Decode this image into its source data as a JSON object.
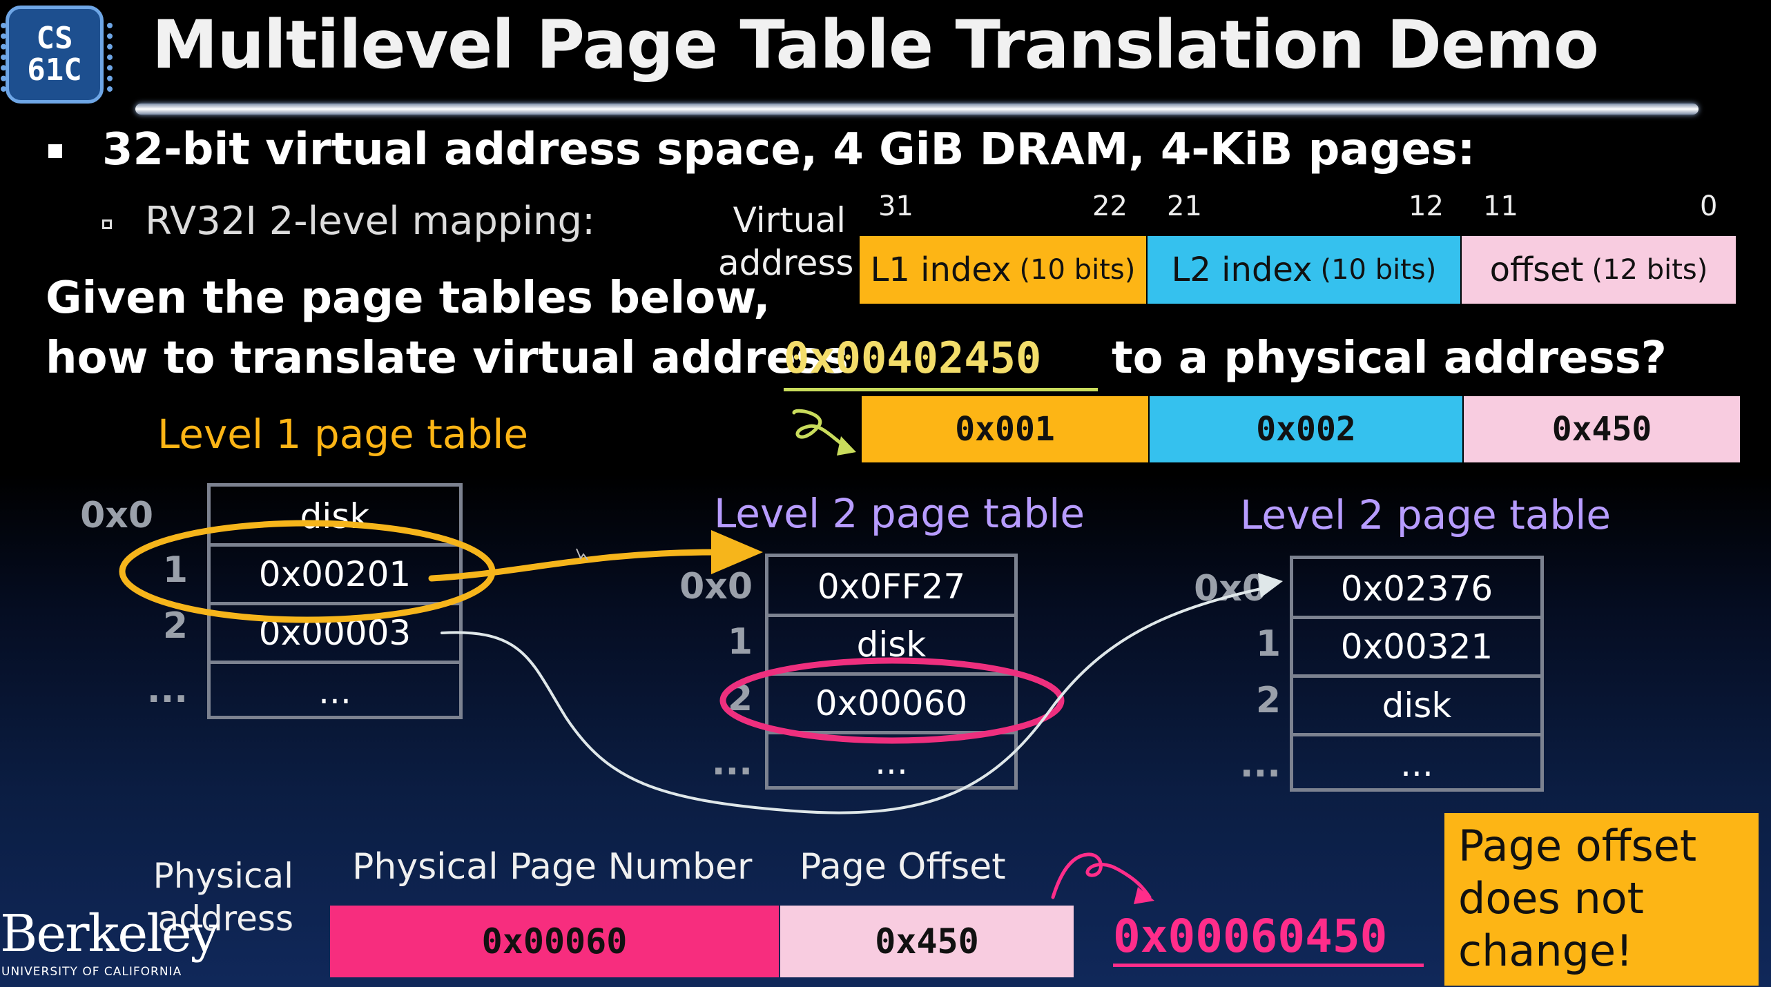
{
  "logo": {
    "line1": "CS",
    "line2": "61C"
  },
  "title": "Multilevel Page Table Translation Demo",
  "bullet1": "32-bit virtual address space, 4 GiB DRAM, 4-KiB pages:",
  "bullet2": "RV32I 2-level mapping:",
  "question": {
    "line1": "Given the page tables below,",
    "line2_prefix": "how to translate virtual address",
    "address": "0x00402450",
    "line2_suffix": "to a physical address?"
  },
  "virtual_address": {
    "label_line1": "Virtual",
    "label_line2": "address",
    "bit_numbers": [
      "31",
      "22",
      "21",
      "12",
      "11",
      "0"
    ],
    "fields": [
      {
        "name": "L1 index",
        "bits": "(10 bits)",
        "value": "0x001",
        "color": "#fdb515"
      },
      {
        "name": "L2 index",
        "bits": "(10 bits)",
        "value": "0x002",
        "color": "#35c1ee"
      },
      {
        "name": "offset",
        "bits": "(12 bits)",
        "value": "0x450",
        "color": "#f8cce0"
      }
    ]
  },
  "level1": {
    "title": "Level 1 page table",
    "title_color": "#fdb515",
    "indices": [
      "0x0",
      "1",
      "2",
      "..."
    ],
    "entries": [
      "disk",
      "0x00201",
      "0x00003",
      "..."
    ]
  },
  "level2a": {
    "title": "Level 2 page table",
    "title_color": "#b79cff",
    "indices": [
      "0x0",
      "1",
      "2",
      "..."
    ],
    "entries": [
      "0x0FF27",
      "disk",
      "0x00060",
      "..."
    ]
  },
  "level2b": {
    "title": "Level 2 page table",
    "title_color": "#b79cff",
    "indices": [
      "0x0",
      "1",
      "2",
      "..."
    ],
    "entries": [
      "0x02376",
      "0x00321",
      "disk",
      "..."
    ]
  },
  "physical_address": {
    "label_line1": "Physical",
    "label_line2": "address",
    "ppn_header": "Physical Page Number",
    "offset_header": "Page Offset",
    "ppn_value": "0x00060",
    "offset_value": "0x450",
    "ppn_color": "#f72d7e",
    "offset_color": "#f8cce0",
    "result": "0x00060450"
  },
  "note": {
    "line1": "Page offset",
    "line2": "does not",
    "line3": "change!"
  },
  "branding": {
    "name": "Berkeley",
    "sub": "UNIVERSITY OF CALIFORNIA"
  }
}
